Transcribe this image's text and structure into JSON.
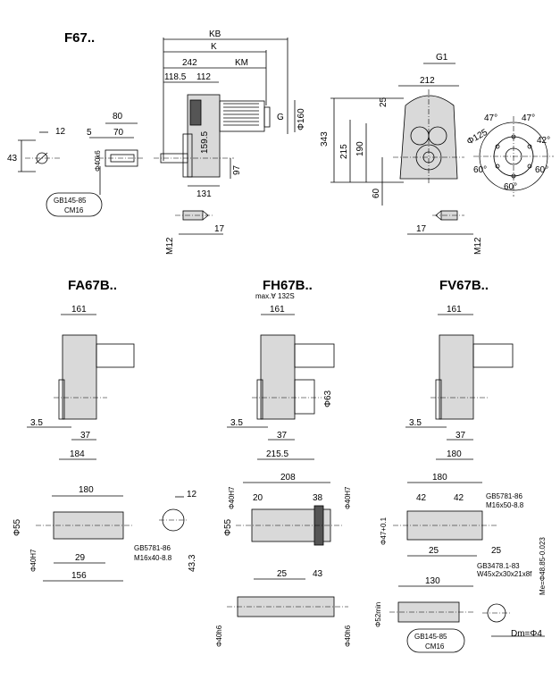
{
  "titles": {
    "f67": "F67..",
    "fa67b": "FA67B..",
    "fh67b": "FH67B..",
    "fh67b_note": "max.∀ 132S",
    "fv67b": "FV67B.."
  },
  "f67": {
    "kb": "KB",
    "k": "K",
    "d242": "242",
    "km": "KM",
    "d118_5": "118.5",
    "d112": "112",
    "g": "G",
    "d160": "Φ160",
    "d159_5": "159.5",
    "d97": "97",
    "d131": "131",
    "d12": "12",
    "d80": "80",
    "d5": "5",
    "d70": "70",
    "d43": "43",
    "d40k6": "Φ40k6",
    "std1": "GB145-85",
    "std2": "CM16",
    "m12": "M12",
    "d17": "17"
  },
  "f67_side": {
    "g1": "G1",
    "d212": "212",
    "d25": "25",
    "d343": "343",
    "d215": "215",
    "d190": "190",
    "d60": "60",
    "d125": "Φ125",
    "a47a": "47°",
    "a47b": "47°",
    "a42": "42°",
    "a60a": "60°",
    "a60b": "60°",
    "a60c": "60°",
    "d17": "17",
    "m12": "M12"
  },
  "fa67b": {
    "d161": "161",
    "d3_5": "3.5",
    "d37": "37",
    "d184": "184",
    "d180": "180",
    "d12": "12",
    "d55": "Φ55",
    "d40h7": "Φ40H7",
    "d29": "29",
    "d156": "156",
    "d43_3": "43.3",
    "std1": "GB5781-86",
    "std2": "M16x40-8.8"
  },
  "fh67b": {
    "d161": "161",
    "d3_5": "3.5",
    "d37": "37",
    "d215_5": "215.5",
    "d63": "Φ63",
    "d208": "208",
    "d20": "20",
    "d38": "38",
    "d40h7a": "Φ40H7",
    "d40h7b": "Φ40H7",
    "d55": "Φ55",
    "d25": "25",
    "d43": "43",
    "d40h6a": "Φ40h6",
    "d40h6b": "Φ40h6"
  },
  "fv67b": {
    "d161": "161",
    "d3_5": "3.5",
    "d37": "37",
    "d180a": "180",
    "d180b": "180",
    "d42a": "42",
    "d42b": "42",
    "std1": "GB5781-86",
    "std2": "M16x50-8.8",
    "d47": "Φ47+0.1",
    "d25a": "25",
    "d25b": "25",
    "d130": "130",
    "std3": "GB3478.1-83",
    "std4": "W45x2x30x21x8f",
    "me": "Me=Φ48.85-0.023",
    "d52": "Φ52min",
    "std5": "GB145-85",
    "std6": "CM16",
    "dm": "Dm=Φ4"
  }
}
